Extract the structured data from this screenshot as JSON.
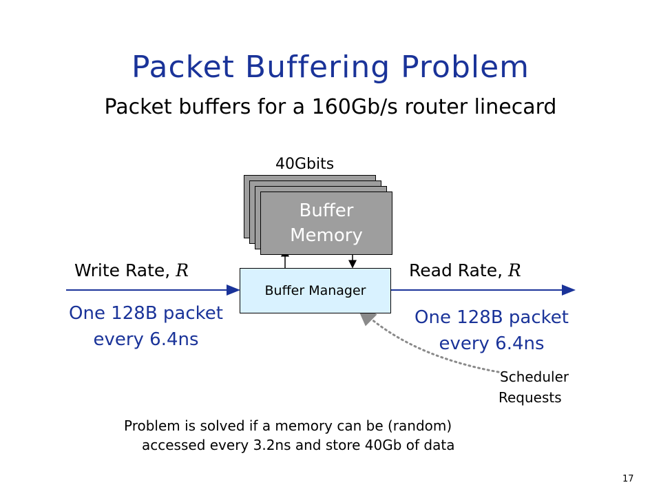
{
  "title": "Packet Buffering Problem",
  "subtitle": "Packet buffers for a 160Gb/s router linecard",
  "diagram": {
    "memory_size": "40Gbits",
    "memory_label_line1": "Buffer",
    "memory_label_line2": "Memory",
    "manager_label": "Buffer Manager",
    "write_label": "Write Rate,",
    "read_label": "Read Rate,",
    "rate_symbol": "R",
    "write_rate_line1": "One 128B packet",
    "write_rate_line2": "every 6.4ns",
    "read_rate_line1": "One 128B packet",
    "read_rate_line2": "every 6.4ns",
    "scheduler_line1": "Scheduler",
    "scheduler_line2": "Requests"
  },
  "problem_line1": "Problem is solved if a memory can be (random)",
  "problem_line2": "accessed every 3.2ns and store 40Gb of data",
  "slide_number": "17",
  "colors": {
    "title": "#1a3399",
    "memory_fill": "#9e9e9e",
    "manager_fill": "#d9f2ff",
    "arrow": "#1a3399"
  }
}
